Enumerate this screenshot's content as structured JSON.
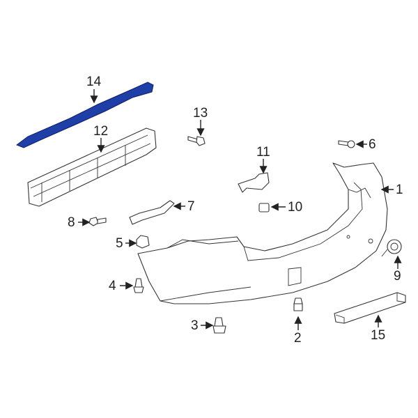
{
  "highlight_color": "#1f3fa8",
  "highlighted_part": "14",
  "callouts": [
    "1",
    "2",
    "3",
    "4",
    "5",
    "6",
    "7",
    "8",
    "9",
    "10",
    "11",
    "12",
    "13",
    "14",
    "15"
  ]
}
